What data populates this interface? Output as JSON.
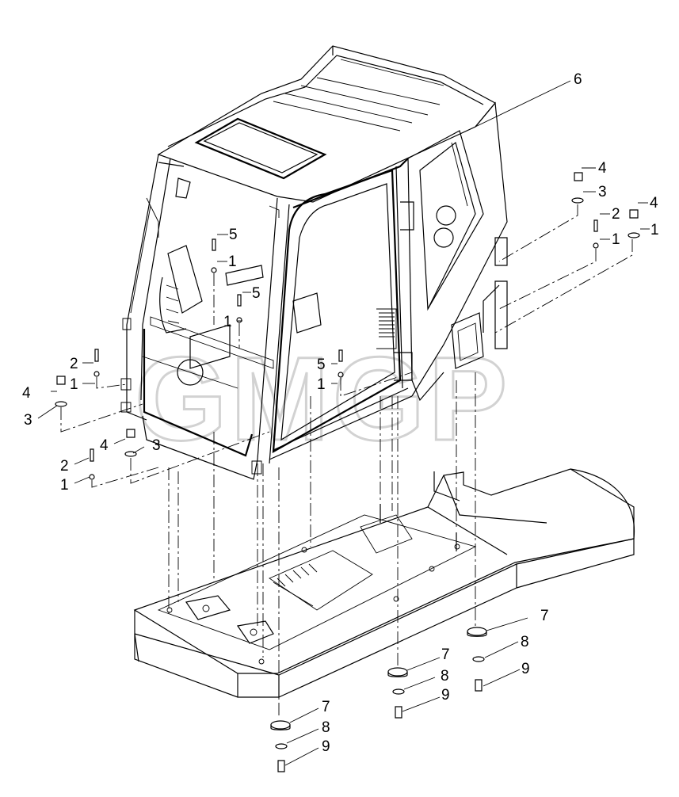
{
  "callouts": [
    {
      "id": "c6",
      "text": "6"
    },
    {
      "id": "c4r1",
      "text": "4"
    },
    {
      "id": "c3r1",
      "text": "3"
    },
    {
      "id": "c2r1",
      "text": "2"
    },
    {
      "id": "c4r2",
      "text": "4"
    },
    {
      "id": "c1r1",
      "text": "1"
    },
    {
      "id": "c1r2",
      "text": "1"
    },
    {
      "id": "c5a",
      "text": "5"
    },
    {
      "id": "c1a",
      "text": "1"
    },
    {
      "id": "c5b",
      "text": "5"
    },
    {
      "id": "c1b",
      "text": "1"
    },
    {
      "id": "c5c",
      "text": "5"
    },
    {
      "id": "c1c",
      "text": "1"
    },
    {
      "id": "c2l1",
      "text": "2"
    },
    {
      "id": "c1l1",
      "text": "1"
    },
    {
      "id": "c4l1",
      "text": "4"
    },
    {
      "id": "c3l1",
      "text": "3"
    },
    {
      "id": "c4l2",
      "text": "4"
    },
    {
      "id": "c3l2",
      "text": "3"
    },
    {
      "id": "c2l2",
      "text": "2"
    },
    {
      "id": "c1l2",
      "text": "1"
    },
    {
      "id": "c7a",
      "text": "7"
    },
    {
      "id": "c8a",
      "text": "8"
    },
    {
      "id": "c9a",
      "text": "9"
    },
    {
      "id": "c7b",
      "text": "7"
    },
    {
      "id": "c8b",
      "text": "8"
    },
    {
      "id": "c9b",
      "text": "9"
    },
    {
      "id": "c7c",
      "text": "7"
    },
    {
      "id": "c8c",
      "text": "8"
    },
    {
      "id": "c9c",
      "text": "9"
    }
  ],
  "icons": {
    "cab": "operator-cab-icon",
    "frame": "upper-frame-icon",
    "watermark": "watermark-logo-icon"
  }
}
